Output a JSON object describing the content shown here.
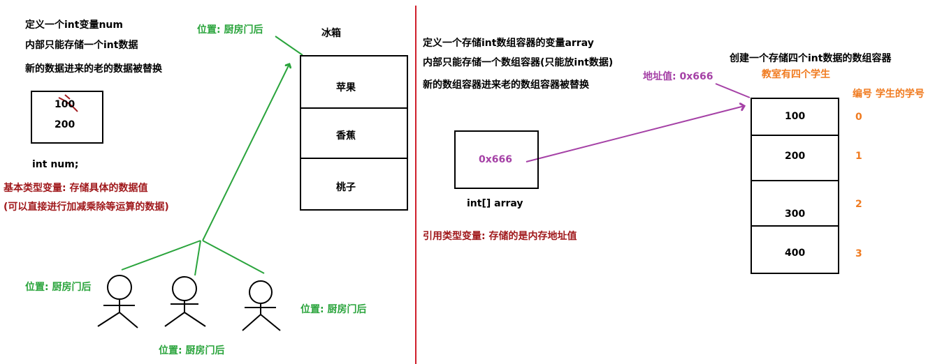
{
  "left": {
    "lines": [
      "定义一个int变量num",
      "内部只能存储一个int数据",
      "新的数据进来的老的数据被替换"
    ],
    "old_value": "100",
    "new_value": "200",
    "var_decl": "int num;",
    "primitive_note": [
      "基本类型变量: 存储具体的数据值",
      "(可以直接进行加减乘除等运算的数据)"
    ]
  },
  "fridge": {
    "title": "冰箱",
    "location": "位置: 厨房门后",
    "items": [
      "苹果",
      "香蕉",
      "桃子"
    ]
  },
  "people": {
    "labels": [
      "位置: 厨房门后",
      "位置: 厨房门后",
      "位置: 厨房门后"
    ]
  },
  "right": {
    "lines": [
      "定义一个存储int数组容器的变量array",
      "内部只能存储一个数组容器(只能放int数据)",
      "新的数组容器进来老的数组容器被替换"
    ],
    "array_value": "0x666",
    "array_decl": "int[] array",
    "reference_note": "引用类型变量: 存储的是内存地址值",
    "address_label": "地址值: 0x666",
    "container_title": "创建一个存储四个int数据的数组容器",
    "classroom_note": "教室有四个学生",
    "index_header": "编号  学生的学号",
    "elements": [
      "100",
      "200",
      "300",
      "400"
    ],
    "indices": [
      "0",
      "1",
      "2",
      "3"
    ]
  },
  "colors": {
    "red": "#a0191c",
    "green": "#2aa43c",
    "purple": "#a541a6",
    "orange": "#f07b20",
    "divider": "#d01f2b"
  }
}
